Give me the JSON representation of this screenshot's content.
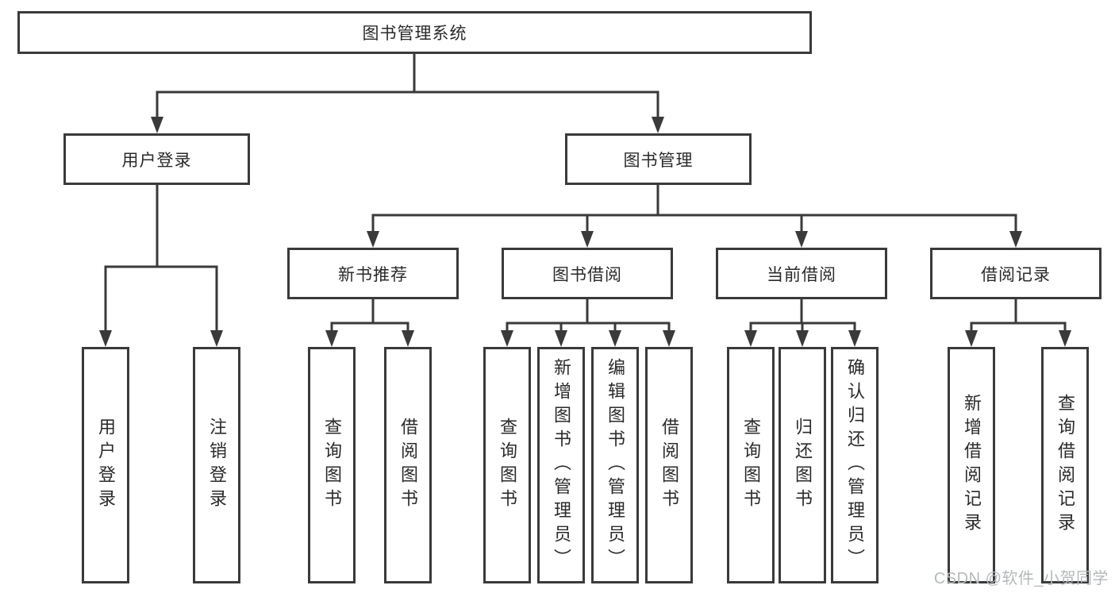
{
  "diagram": {
    "root": {
      "label": "图书管理系统"
    },
    "level2": [
      {
        "label": "用户登录",
        "parent": "图书管理系统"
      },
      {
        "label": "图书管理",
        "parent": "图书管理系统"
      }
    ],
    "level3": [
      {
        "label": "新书推荐",
        "parent": "图书管理"
      },
      {
        "label": "图书借阅",
        "parent": "图书管理"
      },
      {
        "label": "当前借阅",
        "parent": "图书管理"
      },
      {
        "label": "借阅记录",
        "parent": "图书管理"
      }
    ],
    "leaves": [
      {
        "label": "用户登录",
        "parent": "用户登录"
      },
      {
        "label": "注销登录",
        "parent": "用户登录"
      },
      {
        "label": "查询图书",
        "parent": "新书推荐"
      },
      {
        "label": "借阅图书",
        "parent": "新书推荐"
      },
      {
        "label": "查询图书",
        "parent": "图书借阅"
      },
      {
        "label": "新增图书（管理员）",
        "parent": "图书借阅"
      },
      {
        "label": "编辑图书（管理员）",
        "parent": "图书借阅"
      },
      {
        "label": "借阅图书",
        "parent": "图书借阅"
      },
      {
        "label": "查询图书",
        "parent": "当前借阅"
      },
      {
        "label": "归还图书",
        "parent": "当前借阅"
      },
      {
        "label": "确认归还（管理员）",
        "parent": "当前借阅"
      },
      {
        "label": "新增借阅记录",
        "parent": "借阅记录"
      },
      {
        "label": "查询借阅记录",
        "parent": "借阅记录"
      }
    ],
    "watermark": "CSDN @软件_小贺同学",
    "colors": {
      "line": "#3a3a3a",
      "text": "#2a2a2a",
      "watermark": "#b5b9bb",
      "background": "#ffffff"
    }
  }
}
